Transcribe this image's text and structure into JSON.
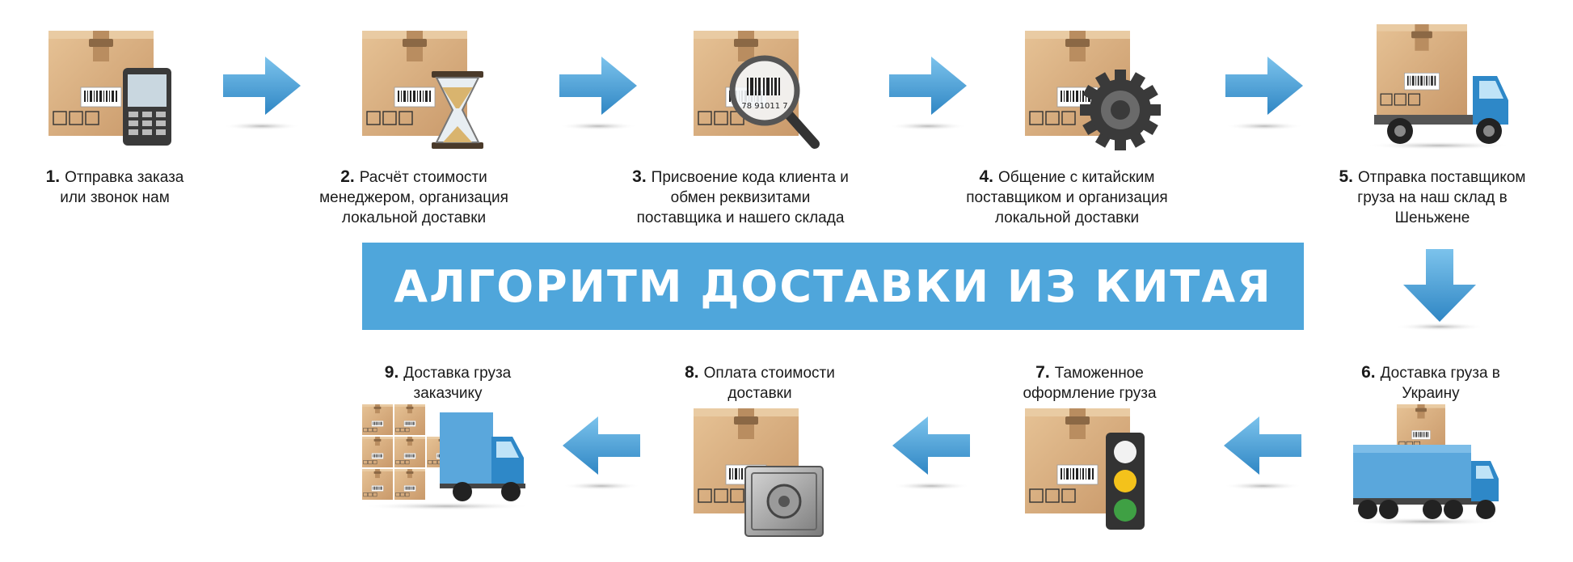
{
  "title": "АЛГОРИТМ ДОСТАВКИ ИЗ КИТАЯ",
  "colors": {
    "banner": "#4fa6db",
    "arrow": "#4aa0d6",
    "box": "#d8ae7e",
    "truck_cab": "#2e88c8"
  },
  "barcode_digits": {
    "step3": "78  91011  7"
  },
  "steps": [
    {
      "num": "1.",
      "text": "Отправка заказа",
      "text2": "или звонок нам",
      "text3": "",
      "icon": "box-phone-icon"
    },
    {
      "num": "2.",
      "text": "Расчёт стоимости",
      "text2": "менеджером, организация",
      "text3": "локальной доставки",
      "icon": "box-hourglass-icon"
    },
    {
      "num": "3.",
      "text": "Присвоение кода клиента и",
      "text2": "обмен реквизитами",
      "text3": "поставщика и нашего склада",
      "icon": "box-magnifier-icon"
    },
    {
      "num": "4.",
      "text": "Общение с китайским",
      "text2": "поставщиком и организация",
      "text3": "локальной доставки",
      "icon": "box-gear-icon"
    },
    {
      "num": "5.",
      "text": "Отправка поставщиком",
      "text2": "груза на наш склад в",
      "text3": "Шеньжене",
      "icon": "box-truck-icon"
    },
    {
      "num": "6.",
      "text": "Доставка груза в",
      "text2": "Украину",
      "text3": "",
      "icon": "semi-truck-icon"
    },
    {
      "num": "7.",
      "text": "Таможенное",
      "text2": "оформление груза",
      "text3": "",
      "icon": "box-traffic-light-icon"
    },
    {
      "num": "8.",
      "text": "Оплата стоимости",
      "text2": "доставки",
      "text3": "",
      "icon": "box-safe-icon"
    },
    {
      "num": "9.",
      "text": "Доставка груза",
      "text2": "заказчику",
      "text3": "",
      "icon": "boxes-truck-icon"
    }
  ]
}
